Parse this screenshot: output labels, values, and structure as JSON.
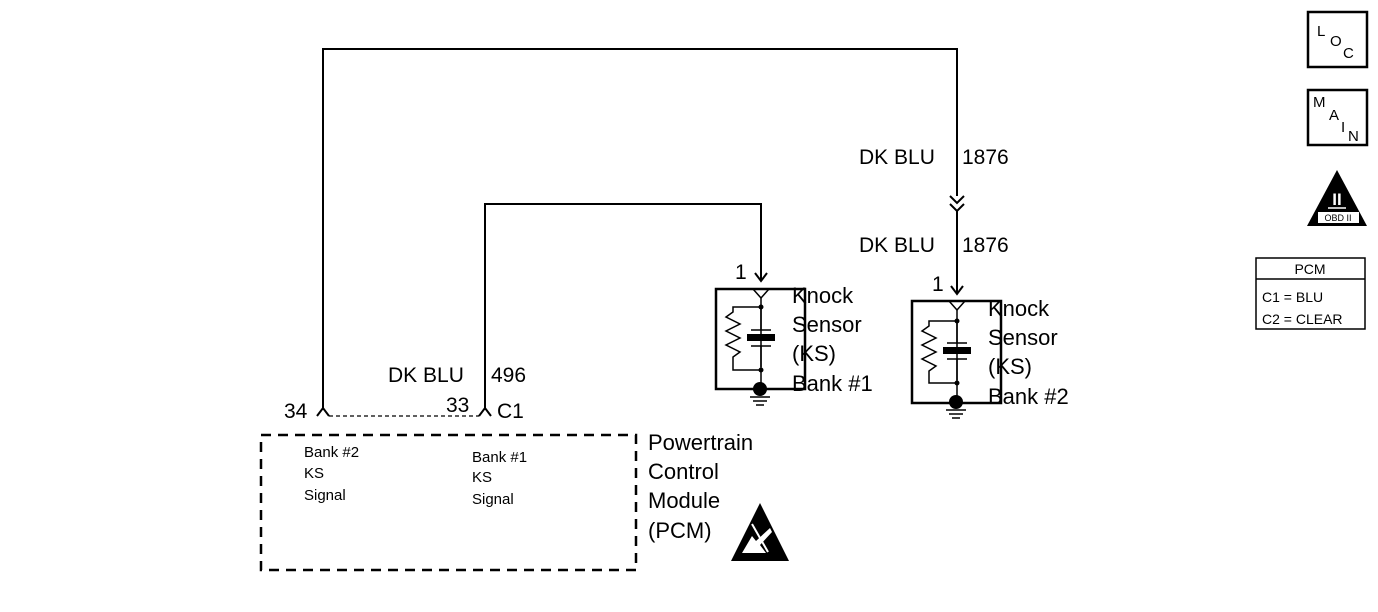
{
  "wires": {
    "bank2_color": "DK BLU",
    "bank2_circuit": "1876",
    "bank2_color_lower": "DK BLU",
    "bank2_circuit_lower": "1876",
    "bank1_color": "DK BLU",
    "bank1_circuit": "496"
  },
  "pins": {
    "pcm_pin_bank2": "34",
    "pcm_pin_bank1": "33",
    "pcm_connector": "C1",
    "sensor1_pin": "1",
    "sensor2_pin": "1"
  },
  "sensor1": {
    "line1": "Knock",
    "line2": "Sensor",
    "line3": "(KS)",
    "line4": "Bank #1"
  },
  "sensor2": {
    "line1": "Knock",
    "line2": "Sensor",
    "line3": "(KS)",
    "line4": "Bank #2"
  },
  "pcm": {
    "name_line1": "Powertrain",
    "name_line2": "Control",
    "name_line3": "Module",
    "name_line4": "(PCM)",
    "bank2_line1": "Bank #2",
    "bank2_line2": "KS",
    "bank2_line3": "Signal",
    "bank1_line1": "Bank #1",
    "bank1_line2": "KS",
    "bank1_line3": "Signal"
  },
  "nav": {
    "loc_l": "L",
    "loc_o": "O",
    "loc_c": "C",
    "main_m": "M",
    "main_a": "A",
    "main_i": "I",
    "main_n": "N",
    "obd_numeral": "II",
    "obd_text": "OBD II"
  },
  "legend": {
    "title": "PCM",
    "row1": "C1 = BLU",
    "row2": "C2 = CLEAR"
  },
  "icons": {
    "esd": "esd-warning-icon",
    "ground": "ground-icon"
  }
}
